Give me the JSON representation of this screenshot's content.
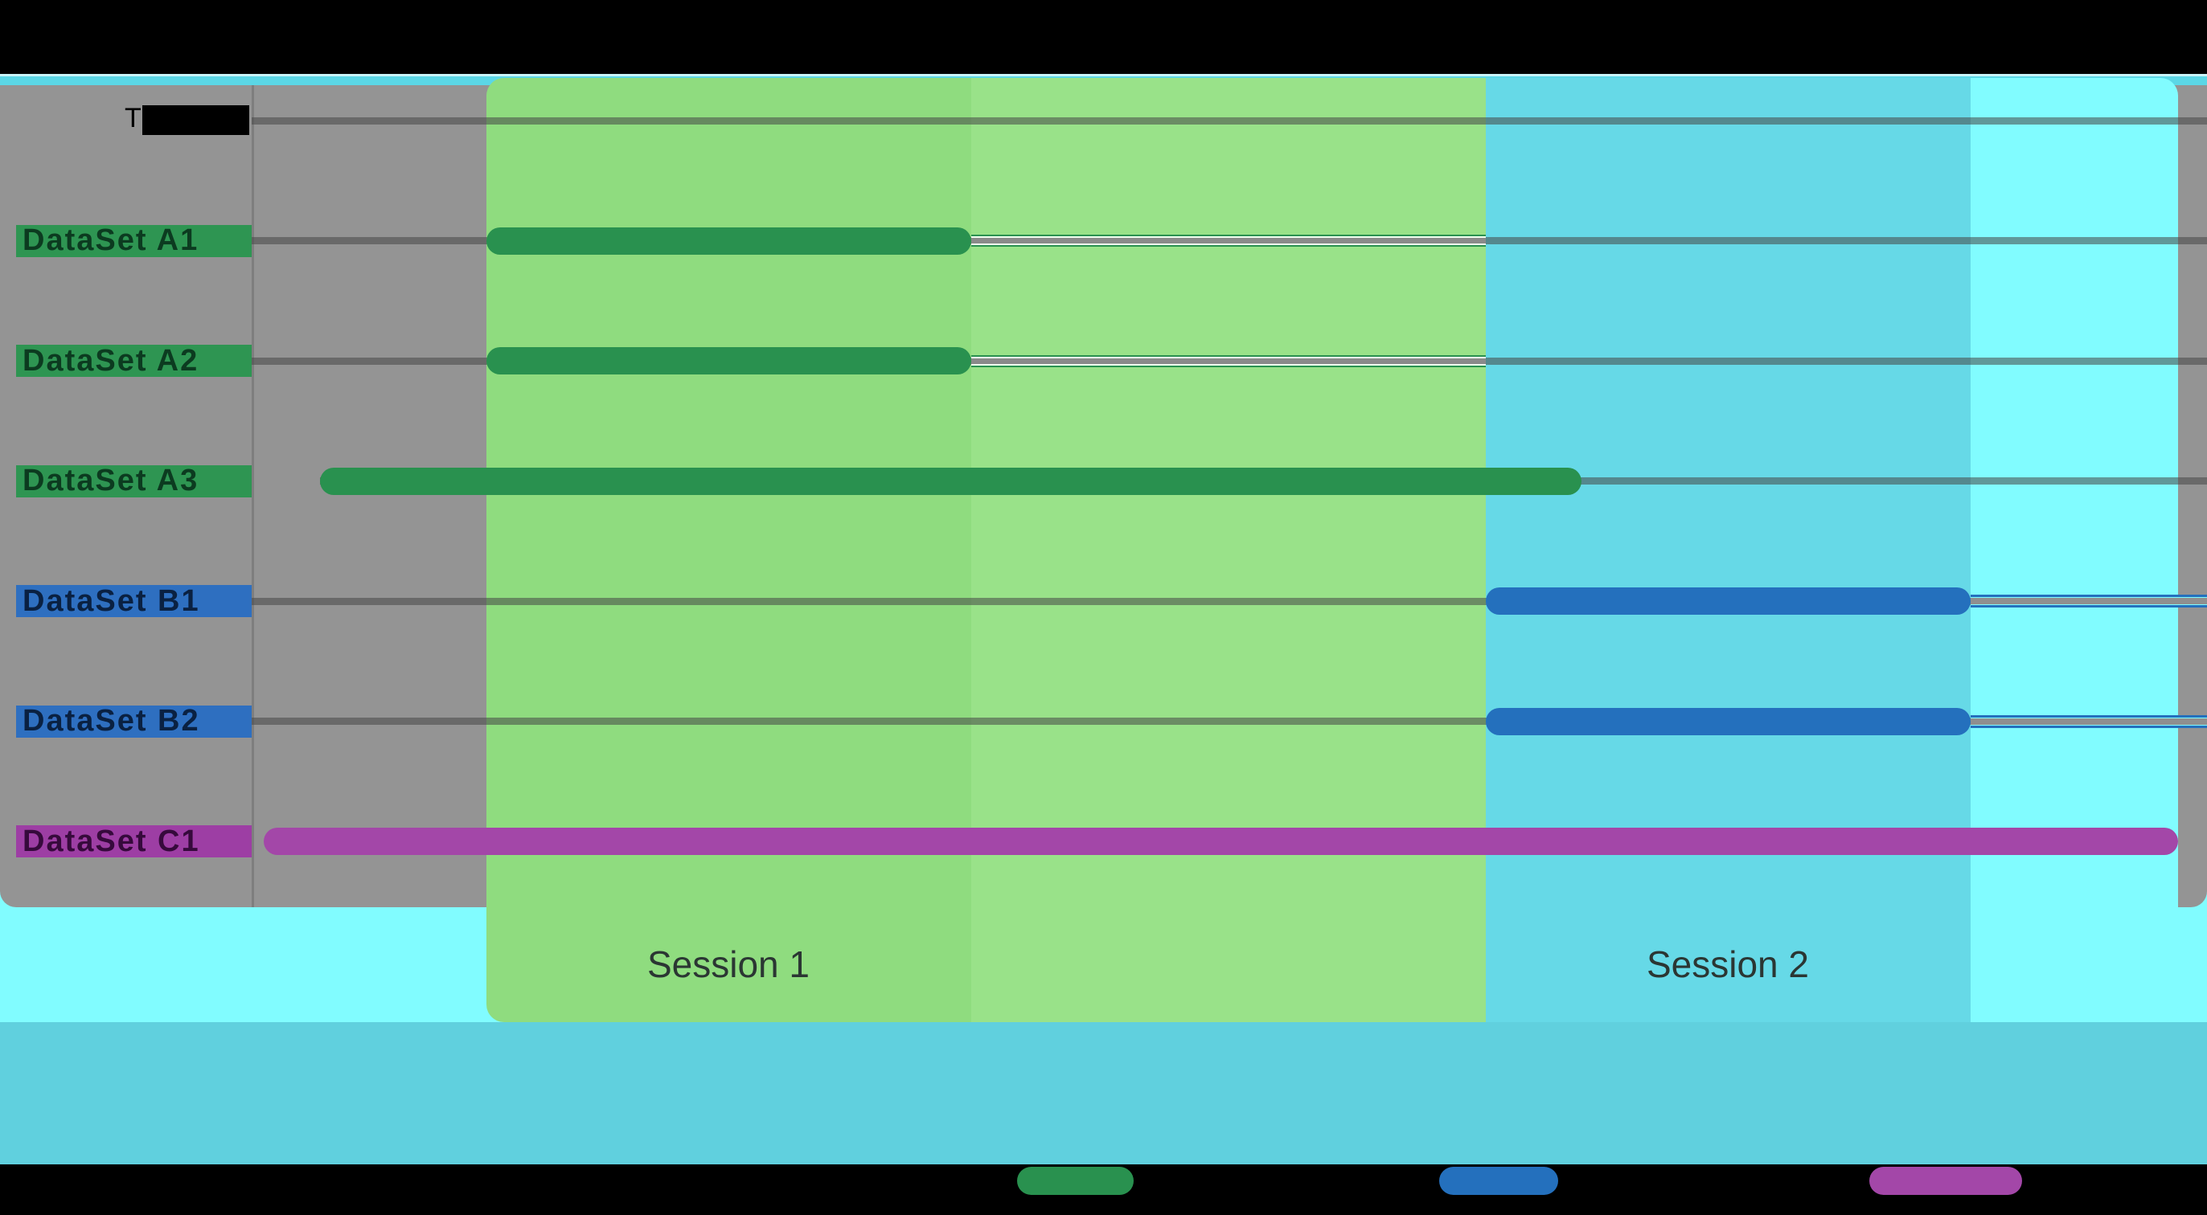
{
  "chart_data": {
    "type": "gantt",
    "title": "",
    "header": {
      "visible_label": "T",
      "redacted": true,
      "line_span_pct": [
        0,
        100
      ]
    },
    "axis": {
      "tick_labels_visible": false,
      "x_range_pct": [
        0,
        100
      ]
    },
    "rows": [
      {
        "label": "DataSet A1",
        "bar_span_pct": [
          12.0,
          36.8
        ],
        "line_span_pct": [
          0,
          100
        ],
        "trail": {
          "span_pct": [
            36.8,
            63.1
          ],
          "style": "green"
        },
        "bar_color": "#29914F",
        "label_bg": "#2E9552",
        "label_text_color": "#0C3B20"
      },
      {
        "label": "DataSet A2",
        "bar_span_pct": [
          12.0,
          36.8
        ],
        "line_span_pct": [
          0,
          100
        ],
        "trail": {
          "span_pct": [
            36.8,
            63.1
          ],
          "style": "green"
        },
        "bar_color": "#29914F",
        "label_bg": "#2E9552",
        "label_text_color": "#0C3B20"
      },
      {
        "label": "DataSet A3",
        "bar_span_pct": [
          3.5,
          68.0
        ],
        "line_span_pct": [
          3.5,
          100
        ],
        "bar_color": "#29914F",
        "label_bg": "#2E9552",
        "label_text_color": "#0C3B20"
      },
      {
        "label": "DataSet B1",
        "bar_span_pct": [
          63.1,
          87.9
        ],
        "line_span_pct": [
          0,
          100
        ],
        "trail": {
          "span_pct": [
            87.9,
            100
          ],
          "style": "blue"
        },
        "bar_color": "#2470BD",
        "label_bg": "#2E6FC0",
        "label_text_color": "#0A2142"
      },
      {
        "label": "DataSet B2",
        "bar_span_pct": [
          63.1,
          87.9
        ],
        "line_span_pct": [
          0,
          100
        ],
        "trail": {
          "span_pct": [
            87.9,
            100
          ],
          "style": "blue"
        },
        "bar_color": "#2470BD",
        "label_bg": "#2E6FC0",
        "label_text_color": "#0A2142"
      },
      {
        "label": "DataSet C1",
        "bar_span_pct": [
          0.6,
          98.5
        ],
        "bar_color": "#A347A8",
        "label_bg": "#9D3EA4",
        "label_text_color": "#360A3C"
      }
    ],
    "regions": [
      {
        "label": "Session 1",
        "color": "#8FDC7F",
        "span_pct": [
          12.0,
          36.8
        ]
      },
      {
        "label": "",
        "color": "#99E289",
        "span_pct": [
          36.8,
          63.1
        ]
      },
      {
        "label": "Session 2",
        "color": "#66D9E7",
        "span_pct": [
          63.1,
          87.9
        ]
      },
      {
        "label": "",
        "color": "#81FCFF",
        "span_pct": [
          87.9,
          98.5
        ]
      }
    ],
    "legend": {
      "items": [
        {
          "color": "#29914F",
          "label": "",
          "redacted": true
        },
        {
          "color": "#2470BD",
          "label": "",
          "redacted": true
        },
        {
          "color": "#A347A8",
          "label": "",
          "redacted": true
        }
      ]
    },
    "layout_hints": {
      "grid": "horizontal-row-lines",
      "legend_position": "bottom"
    }
  },
  "colors": {
    "background": "#000000",
    "top_strip": "#5BD7E6",
    "plot_gray": "#949494",
    "base_light_cyan": "#81FCFF",
    "teal_band": "#60D0DE",
    "session_label_text": "#2B3633"
  }
}
